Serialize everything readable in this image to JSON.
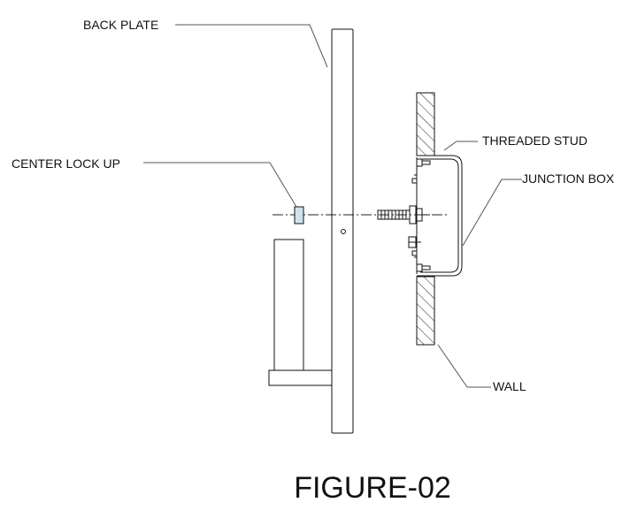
{
  "labels": {
    "back_plate": "BACK PLATE",
    "center_lock_up": "CENTER LOCK UP",
    "threaded_stud": "THREADED STUD",
    "junction_box": "JUNCTION BOX",
    "wall": "WALL"
  },
  "figure_caption": "FIGURE-02",
  "colors": {
    "line": "#111111",
    "lock_fill": "#cfe3ee",
    "background": "#ffffff"
  }
}
